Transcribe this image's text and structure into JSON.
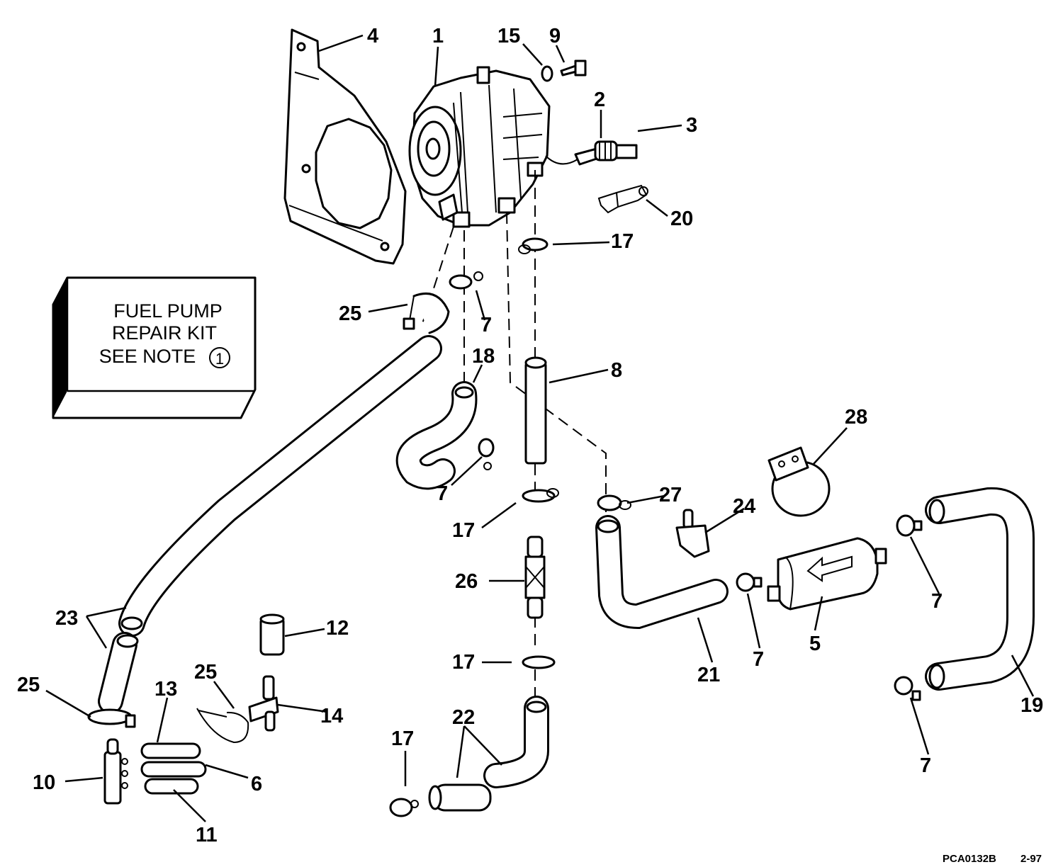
{
  "kit_box": {
    "line1": "FUEL PUMP",
    "line2": "REPAIR KIT",
    "line3": "SEE NOTE",
    "note_number": "1"
  },
  "footer": {
    "part_code": "PCA0132B",
    "date": "2-97"
  },
  "callouts": {
    "c1": "1",
    "c2": "2",
    "c3": "3",
    "c4": "4",
    "c5": "5",
    "c6": "6",
    "c7a": "7",
    "c7b": "7",
    "c7c": "7",
    "c7d": "7",
    "c7e": "7",
    "c8": "8",
    "c9": "9",
    "c10": "10",
    "c11": "11",
    "c12": "12",
    "c13": "13",
    "c14": "14",
    "c15": "15",
    "c17a": "17",
    "c17b": "17",
    "c17c": "17",
    "c17d": "17",
    "c18": "18",
    "c19": "19",
    "c20": "20",
    "c21": "21",
    "c22": "22",
    "c23": "23",
    "c24": "24",
    "c25a": "25",
    "c25b": "25",
    "c25c": "25",
    "c26": "26",
    "c27": "27",
    "c28": "28"
  }
}
